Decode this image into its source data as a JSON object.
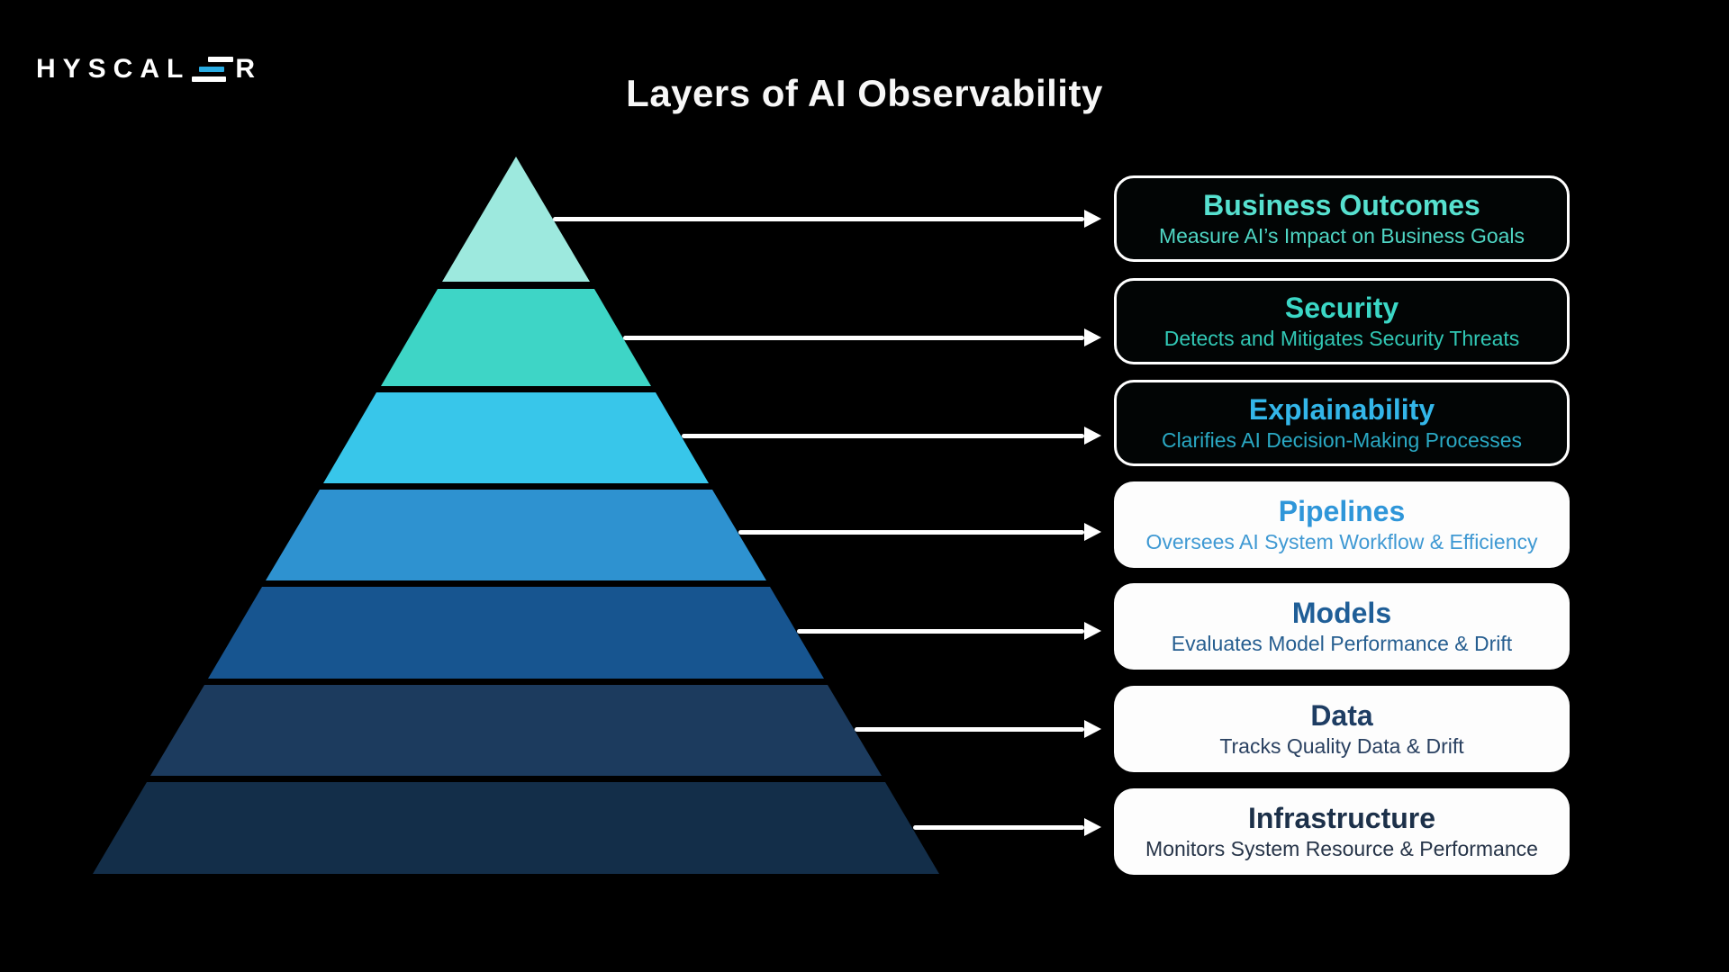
{
  "page": {
    "background": "#000000",
    "title": "Layers of AI Observability",
    "title_color": "#f7f7f7",
    "arrow_color": "#ffffff"
  },
  "logo": {
    "text_before": "HYSCAL",
    "text_after": "R",
    "text_color": "#ffffff",
    "bar_top_color": "#ffffff",
    "bar_mid_color": "#29abe2",
    "bar_bottom_color": "#ffffff"
  },
  "layers": [
    {
      "title": "Business Outcomes",
      "subtitle": "Measure AI’s Impact on Business Goals",
      "pyramid_color": "#9de9de",
      "box_bg": "#020505",
      "title_color": "#56e0cf",
      "subtitle_color": "#4fd6c4"
    },
    {
      "title": "Security",
      "subtitle": "Detects and Mitigates Security Threats",
      "pyramid_color": "#3ed5c6",
      "box_bg": "#020505",
      "title_color": "#3bd7c6",
      "subtitle_color": "#31c8b5"
    },
    {
      "title": "Explainability",
      "subtitle": "Clarifies AI Decision-Making Processes",
      "pyramid_color": "#38c6ea",
      "box_bg": "#020505",
      "title_color": "#33b6e9",
      "subtitle_color": "#2aa9c4"
    },
    {
      "title": "Pipelines",
      "subtitle": "Oversees AI System Workflow & Efficiency",
      "pyramid_color": "#2e92d0",
      "box_bg": "#fdfdfd",
      "title_color": "#2f96d9",
      "subtitle_color": "#3f99d3"
    },
    {
      "title": "Models",
      "subtitle": "Evaluates Model Performance & Drift",
      "pyramid_color": "#175590",
      "box_bg": "#fdfdfd",
      "title_color": "#1f5e97",
      "subtitle_color": "#265e90"
    },
    {
      "title": "Data",
      "subtitle": "Tracks Quality Data & Drift",
      "pyramid_color": "#1c3b5e",
      "box_bg": "#fdfdfd",
      "title_color": "#1e3d63",
      "subtitle_color": "#2a4161"
    },
    {
      "title": "Infrastructure",
      "subtitle": "Monitors System Resource & Performance",
      "pyramid_color": "#132e49",
      "box_bg": "#fdfdfd",
      "title_color": "#1c3049",
      "subtitle_color": "#263448"
    }
  ]
}
